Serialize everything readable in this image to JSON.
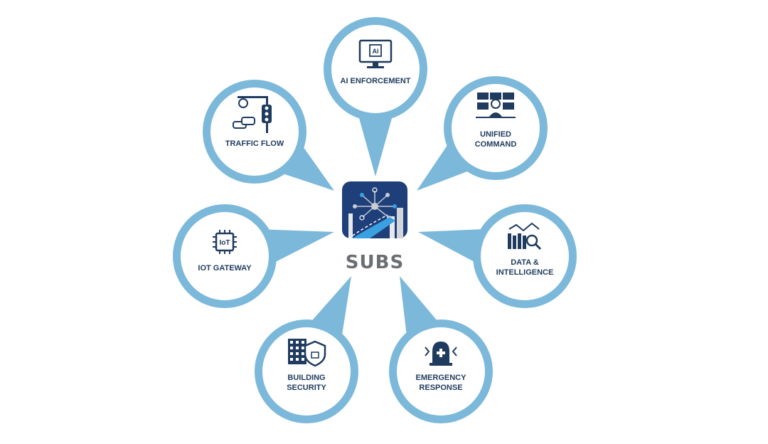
{
  "colors": {
    "ring": "#7bb8da",
    "navy": "#1f3b5e",
    "logo_bg": "#1e3f7a",
    "logo_text": "#6b6e72",
    "accent": "#3aa0e0"
  },
  "center": {
    "logo_text": "SUBS",
    "icon": "smart-city-logo"
  },
  "nodes": [
    {
      "id": "ai-enforcement",
      "lines": [
        "AI ENFORCEMENT"
      ],
      "icon": "ai-monitor-icon"
    },
    {
      "id": "traffic-flow",
      "lines": [
        "TRAFFIC FLOW"
      ],
      "icon": "traffic-light-icon"
    },
    {
      "id": "unified-command",
      "lines": [
        "UNIFIED",
        "COMMAND"
      ],
      "icon": "command-center-icon"
    },
    {
      "id": "iot-gateway",
      "lines": [
        "IOT GATEWAY"
      ],
      "icon": "iot-chip-icon"
    },
    {
      "id": "data-intelligence",
      "lines": [
        "DATA &",
        "INTELLIGENCE"
      ],
      "icon": "analytics-icon"
    },
    {
      "id": "building-security",
      "lines": [
        "BUILDING",
        "SECURITY"
      ],
      "icon": "building-shield-icon"
    },
    {
      "id": "emergency-response",
      "lines": [
        "EMERGENCY",
        "RESPONSE"
      ],
      "icon": "alarm-bell-icon"
    }
  ]
}
